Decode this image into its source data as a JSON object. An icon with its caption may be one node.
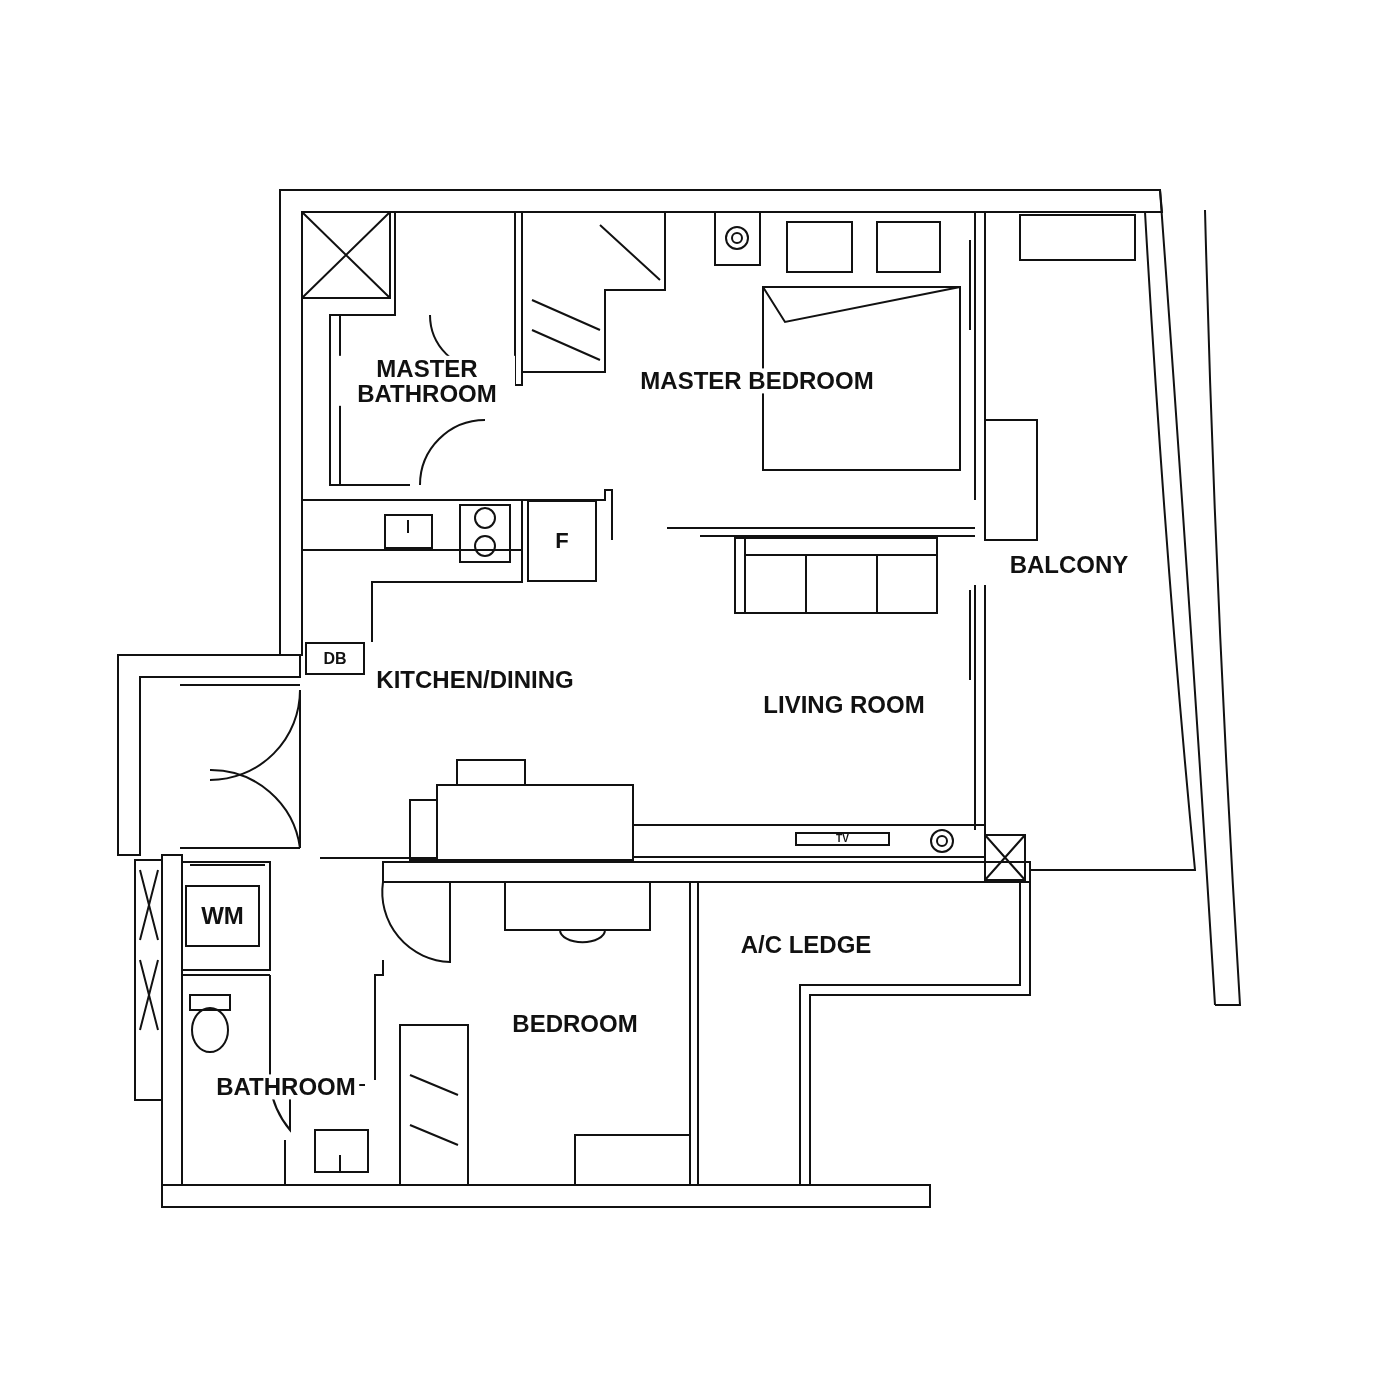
{
  "diagram": {
    "nodes": [
      {
        "text": [
          "F"
        ]
      },
      {
        "text": [
          "DB"
        ]
      },
      {
        "text": [
          "TV"
        ]
      },
      {
        "text": [
          "WM"
        ]
      }
    ],
    "labels": [
      "MASTER BATHROOM",
      "MASTER BEDROOM",
      "BALCONY",
      "KITCHEN/DINING",
      "LIVING ROOM",
      "A/C LEDGE",
      "BEDROOM",
      "BATHROOM"
    ]
  }
}
